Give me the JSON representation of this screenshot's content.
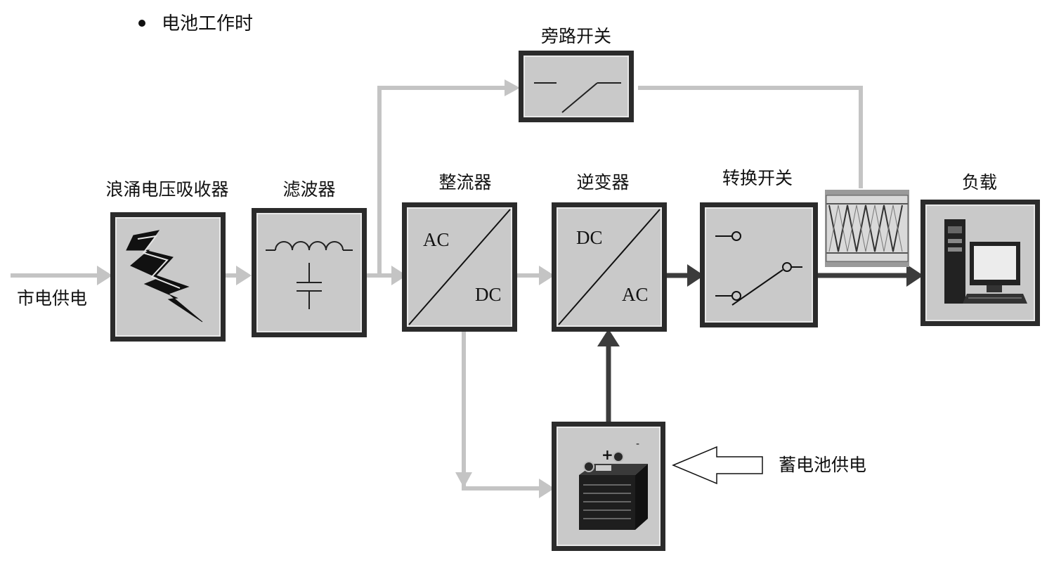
{
  "bullet": {
    "text": "电池工作时"
  },
  "labels": {
    "bypass_switch": "旁路开关",
    "surge_absorber": "浪涌电压吸收器",
    "filter": "滤波器",
    "rectifier": "整流器",
    "inverter": "逆变器",
    "transfer_switch": "转换开关",
    "load": "负载",
    "mains_supply": "市电供电",
    "battery_supply": "蓄电池供电"
  },
  "rectifier_box": {
    "top_text": "AC",
    "bottom_text": "DC"
  },
  "inverter_box": {
    "top_text": "DC",
    "bottom_text": "AC"
  },
  "battery_box": {
    "plus": "+",
    "minus": "-"
  },
  "colors": {
    "inactive_path": "#c4c4c4",
    "active_path": "#3c3c3c",
    "box_fill": "#c9c9c9",
    "box_border": "#2b2b2b"
  }
}
